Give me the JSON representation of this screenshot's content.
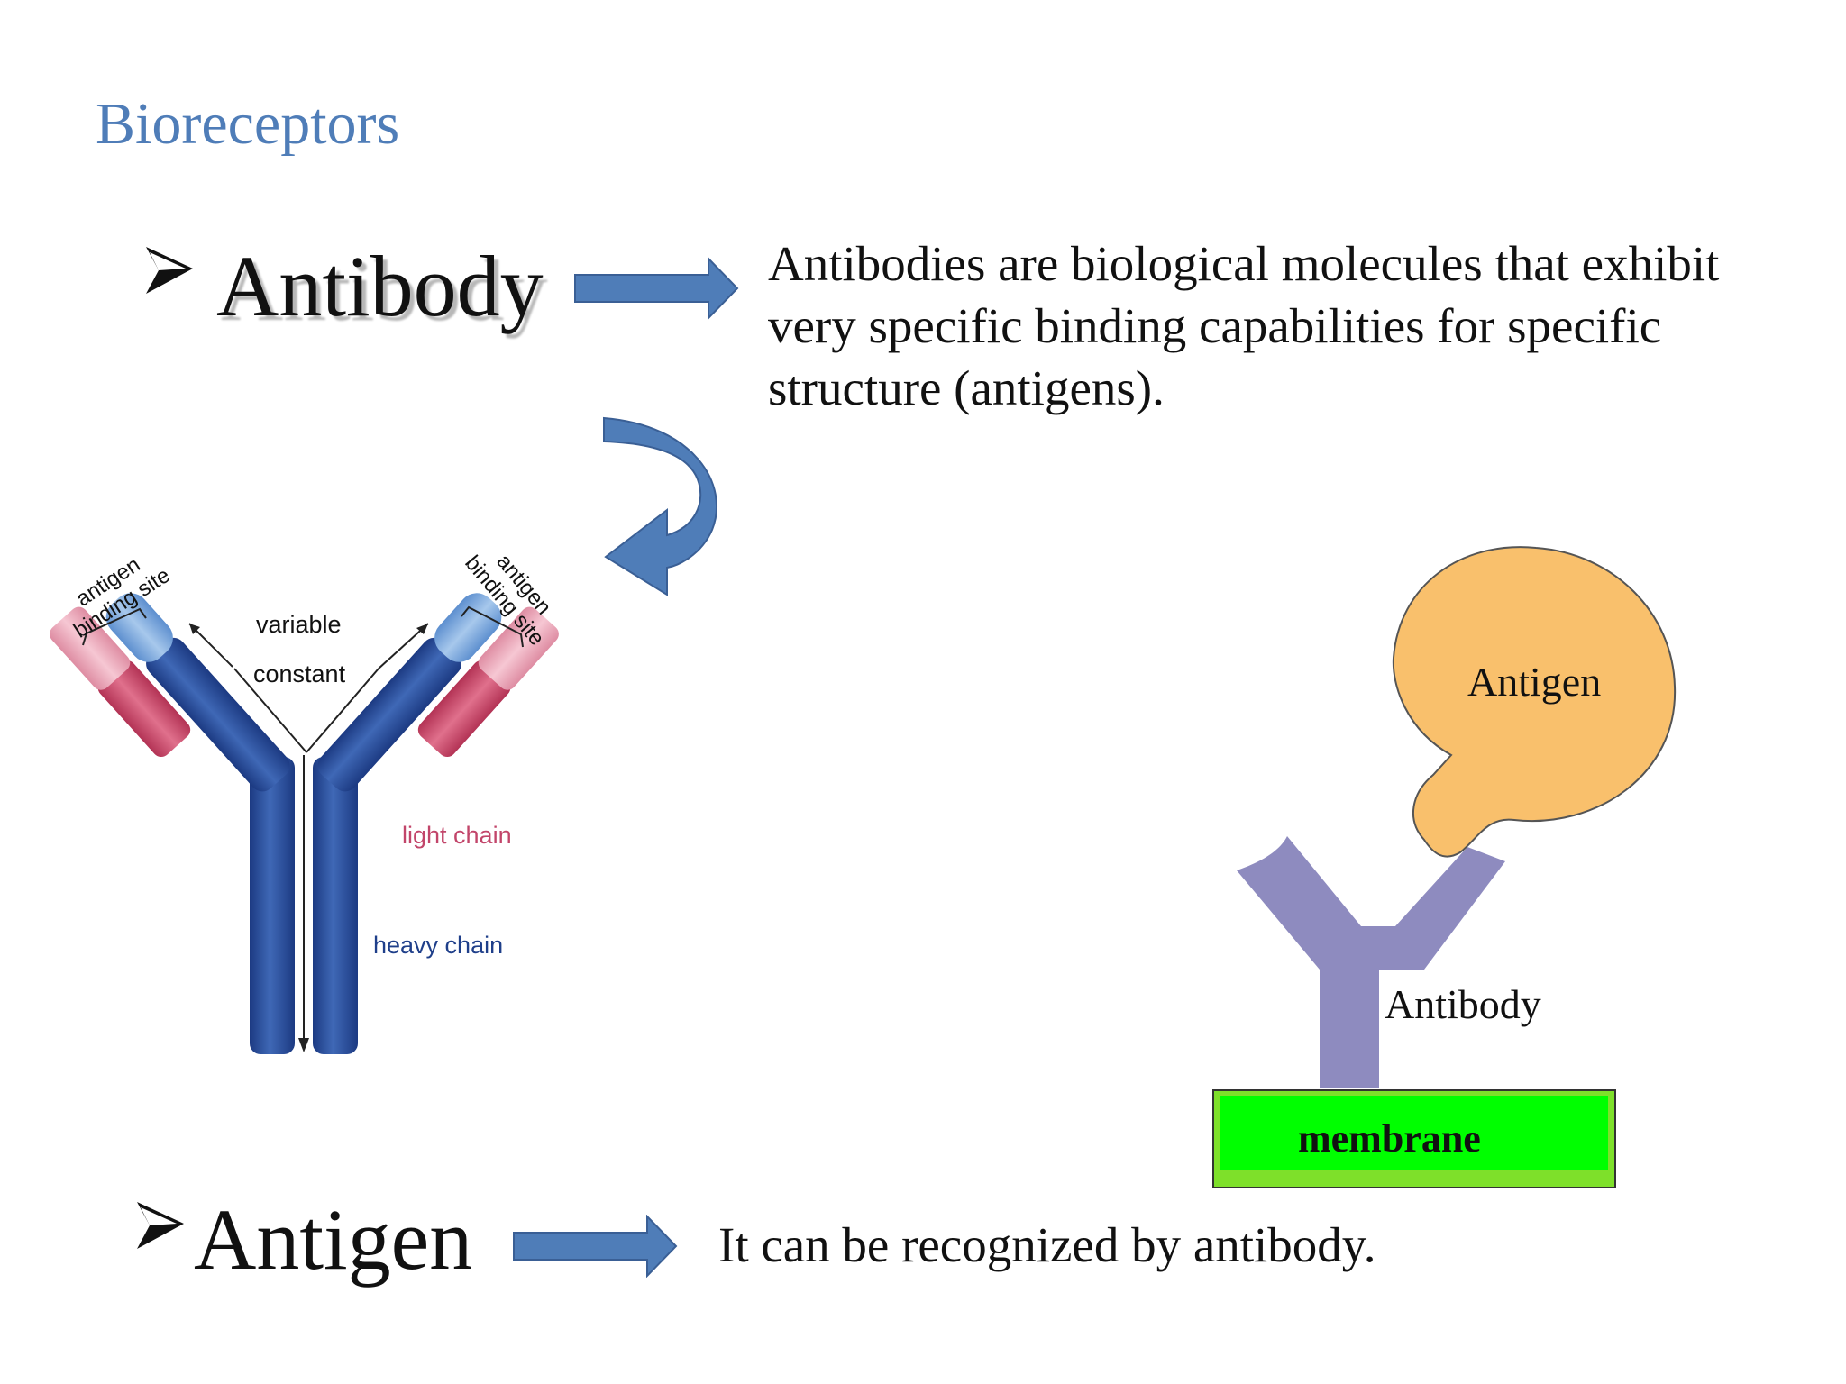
{
  "slide": {
    "title": "Bioreceptors"
  },
  "antibody": {
    "term": "Antibody",
    "definition": "Antibodies are biological molecules that exhibit very specific binding capabilities for specific structure (antigens)."
  },
  "antigen": {
    "term": "Antigen",
    "definition": "It can be recognized by antibody."
  },
  "antibody_diagram": {
    "labels": {
      "antigen_binding_site": "antigen binding site",
      "variable": "variable",
      "constant": "constant",
      "light_chain": "light chain",
      "heavy_chain": "heavy chain"
    },
    "colors": {
      "heavy_chain": "#2a4e9c",
      "light_chain": "#cc4a6c",
      "light_chain_label": "#c2456a",
      "heavy_chain_label": "#1f3f8a"
    }
  },
  "binding_diagram": {
    "labels": {
      "antigen": "Antigen",
      "antibody": "Antibody",
      "membrane": "membrane"
    },
    "colors": {
      "antigen": "#f9c06c",
      "antibody": "#8e8bbf",
      "membrane": "#00ff00"
    }
  },
  "icons": {
    "bullet": "arrowhead-bullet-icon",
    "pointer": "right-arrow-icon",
    "curved_pointer": "curved-arrow-icon"
  },
  "colors": {
    "title": "#4f7db8",
    "arrow_fill": "#4f7db8",
    "arrow_stroke": "#3a5f95"
  }
}
